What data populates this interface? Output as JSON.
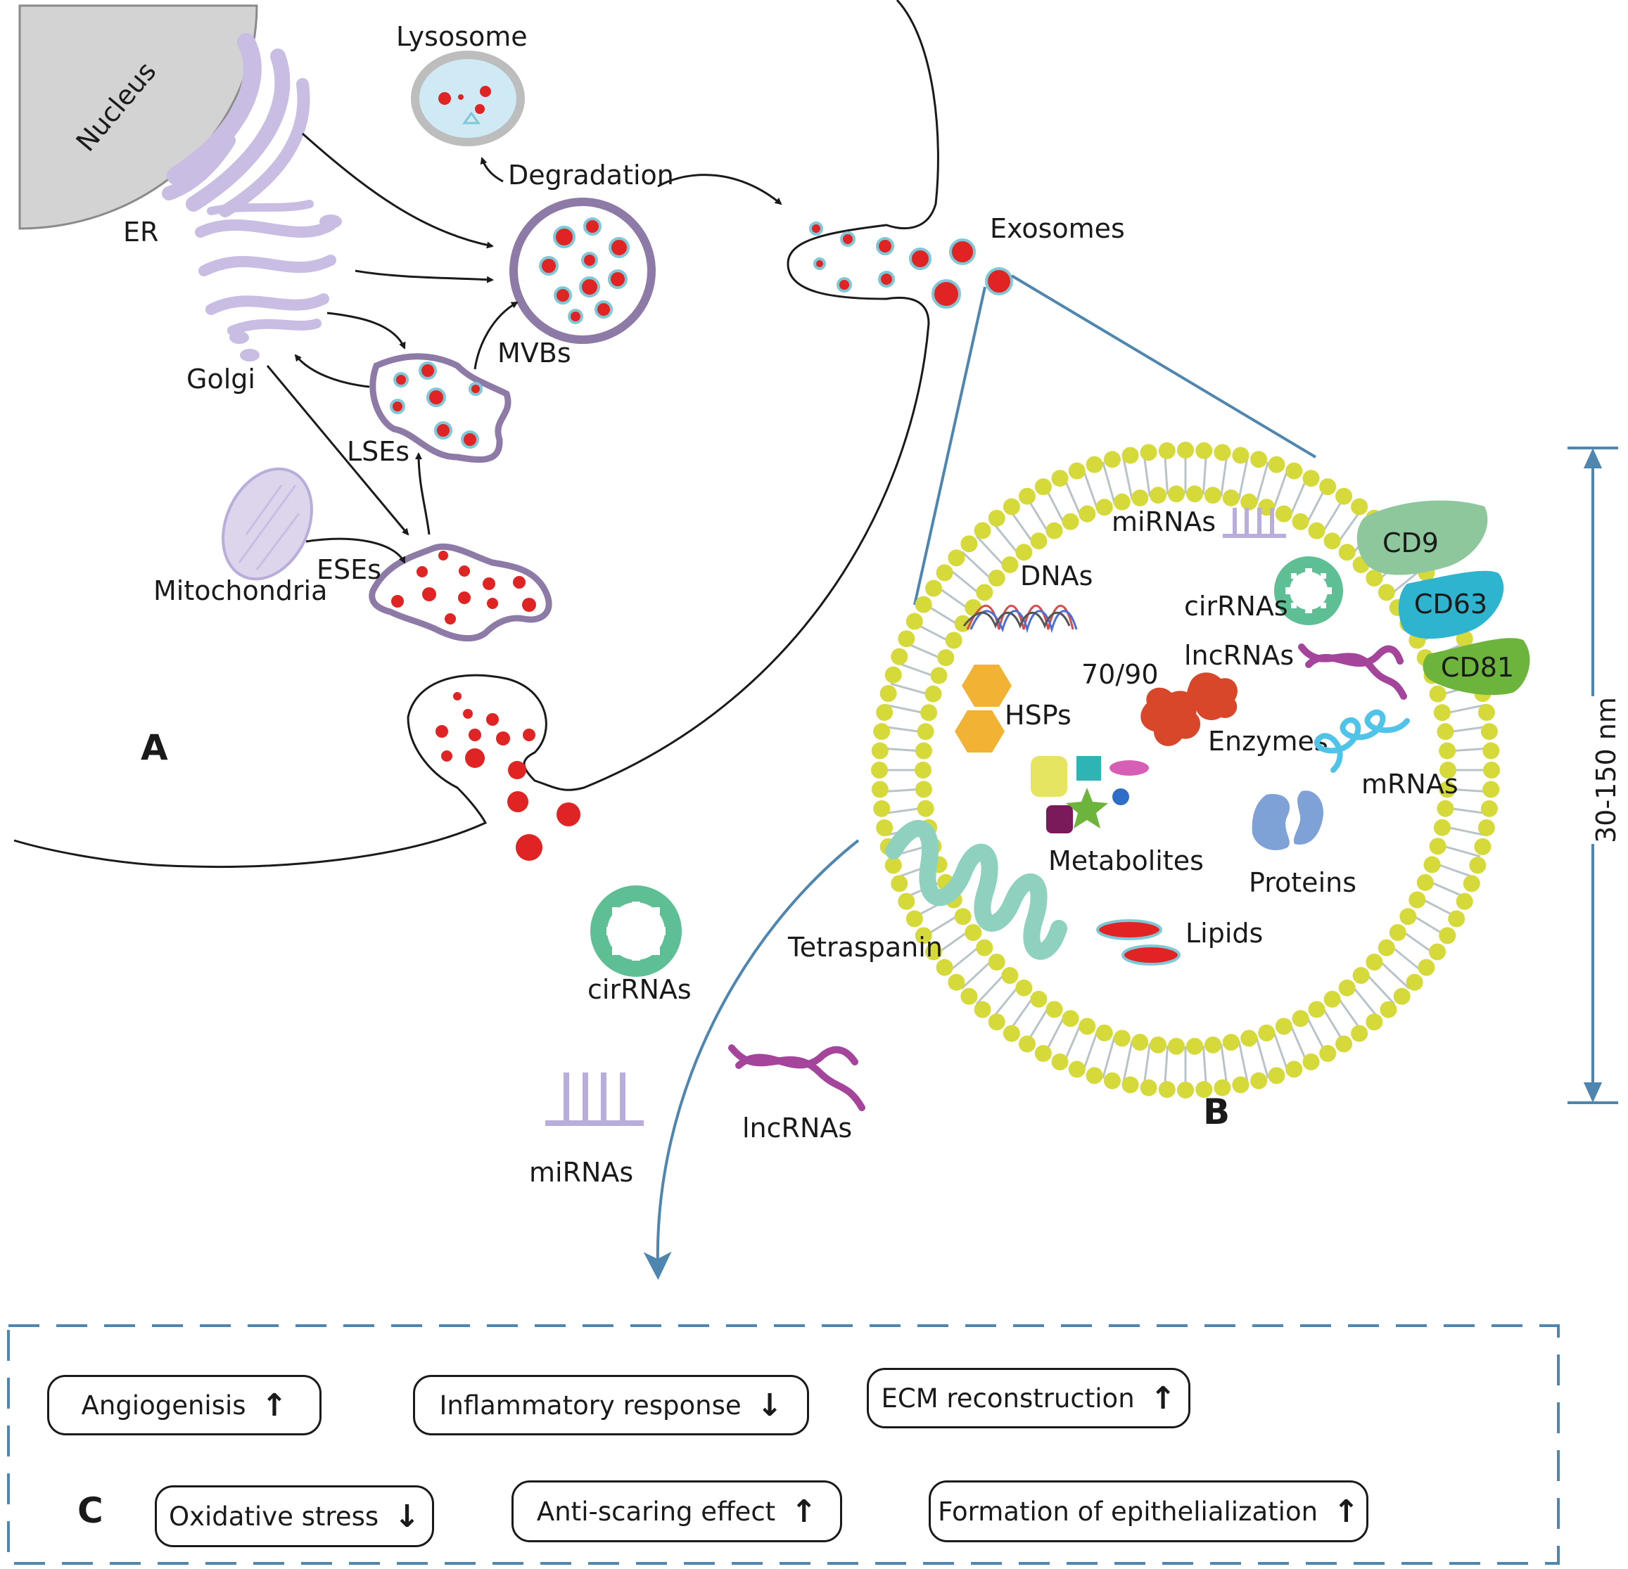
{
  "panels": {
    "a": "A",
    "b": "B",
    "c": "C"
  },
  "labels": {
    "nucleus": "Nucleus",
    "er": "ER",
    "golgi": "Golgi",
    "mitochondria": "Mitochondria",
    "lysosome": "Lysosome",
    "degradation": "Degradation",
    "mvbs": "MVBs",
    "lses": "LSEs",
    "eses": "ESEs",
    "exosomes": "Exosomes",
    "mirnas_inner": "miRNAs",
    "dnas": "DNAs",
    "cirnas_inner": "cirRNAs",
    "lncrnas_inner": "lncRNAs",
    "hsp_number": "70/90",
    "hsps": "HSPs",
    "enzymes": "Enzymes",
    "mrnas": "mRNAs",
    "metabolites": "Metabolites",
    "proteins": "Proteins",
    "lipids": "Lipids",
    "tetraspanin": "Tetraspanin",
    "cd9": "CD9",
    "cd63": "CD63",
    "cd81": "CD81",
    "size": "30-150 nm",
    "cirnas_outer": "cirRNAs",
    "lncrnas_outer": "lncRNAs",
    "mirnas_outer": "miRNAs"
  },
  "effects": [
    {
      "label": "Angiogenisis",
      "arrow": "↑"
    },
    {
      "label": "Inflammatory response",
      "arrow": "↓"
    },
    {
      "label": "ECM reconstruction",
      "arrow": "↑"
    },
    {
      "label": "Oxidative stress",
      "arrow": "↓"
    },
    {
      "label": "Anti-scaring effect",
      "arrow": "↑"
    },
    {
      "label": "Formation of epithelialization",
      "arrow": "↑"
    }
  ],
  "colors": {
    "vesicle_red": "#e02424",
    "vesicle_ring": "#7ec8d8",
    "organelle_purple": "#c9bde3",
    "membrane_yellow": "#d6d93a",
    "line_blue": "#4f86b0",
    "cirrna_green": "#5fbf94",
    "lncrna_purple": "#a5449b",
    "cd9": "#8fc79c",
    "cd63": "#2fb4cf",
    "cd81": "#6cb43c"
  }
}
